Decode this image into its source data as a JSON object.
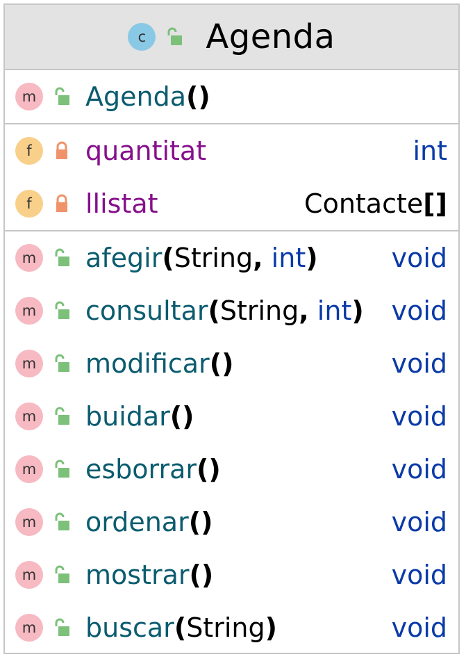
{
  "class": {
    "badge": "c",
    "name": "Agenda",
    "visibility_icon": "public-lock-open-icon"
  },
  "constructors": [
    {
      "badge": "m",
      "name": "Agenda",
      "open_paren": "(",
      "close_paren": ")"
    }
  ],
  "fields": [
    {
      "badge": "f",
      "name": "quantitat",
      "type": "int",
      "visibility_icon": "private-lock-icon"
    },
    {
      "badge": "f",
      "name": "llistat",
      "type": "Contacte",
      "type_suffix": "[]",
      "visibility_icon": "private-lock-icon"
    }
  ],
  "methods": [
    {
      "badge": "m",
      "name": "afegir",
      "open_paren": "(",
      "param1": "String",
      "comma": ",",
      "param2": "int",
      "close_paren": ")",
      "return_type": "void"
    },
    {
      "badge": "m",
      "name": "consultar",
      "open_paren": "(",
      "param1": "String",
      "comma": ",",
      "param2": "int",
      "close_paren": ")",
      "return_type": "void"
    },
    {
      "badge": "m",
      "name": "modificar",
      "open_paren": "(",
      "close_paren": ")",
      "return_type": "void"
    },
    {
      "badge": "m",
      "name": "buidar",
      "open_paren": "(",
      "close_paren": ")",
      "return_type": "void"
    },
    {
      "badge": "m",
      "name": "esborrar",
      "open_paren": "(",
      "close_paren": ")",
      "return_type": "void"
    },
    {
      "badge": "m",
      "name": "ordenar",
      "open_paren": "(",
      "close_paren": ")",
      "return_type": "void"
    },
    {
      "badge": "m",
      "name": "mostrar",
      "open_paren": "(",
      "close_paren": ")",
      "return_type": "void"
    },
    {
      "badge": "m",
      "name": "buscar",
      "open_paren": "(",
      "param1": "String",
      "close_paren": ")",
      "return_type": "void"
    }
  ],
  "colors": {
    "header_bg": "#e3e3e3",
    "border": "#c6c6c6",
    "class_badge": "#8ac9e6",
    "method_badge": "#f7b9c2",
    "field_badge": "#f8d08a",
    "public_lock": "#7cc07a",
    "private_lock": "#f0936a",
    "method_name": "#0b5c6f",
    "field_name": "#860f8c",
    "primitive_type": "#0a3aa8"
  }
}
